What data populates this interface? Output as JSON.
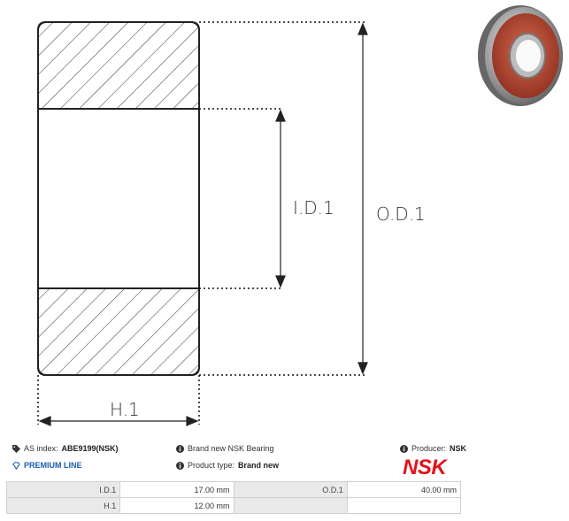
{
  "diagram": {
    "labels": {
      "inner_diameter": "I.D.1",
      "outer_diameter": "O.D.1",
      "height": "H.1"
    }
  },
  "product": {
    "as_index_label": "AS index:",
    "as_index_value": "ABE9199(NSK)",
    "premium_line": "PREMIUM LINE",
    "condition": "Brand new NSK Bearing",
    "product_type_label": "Product type:",
    "product_type_value": "Brand new",
    "producer_label": "Producer:",
    "producer_value": "NSK",
    "brand_logo_text": "NSK"
  },
  "specs": {
    "rows": [
      {
        "k1": "I.D.1",
        "v1": "17.00 mm",
        "k2": "O.D.1",
        "v2": "40.00 mm"
      },
      {
        "k1": "H.1",
        "v1": "12.00 mm",
        "k2": "",
        "v2": ""
      }
    ]
  },
  "colors": {
    "brand_red": "#e3141b",
    "premium_blue": "#1b5fb0",
    "bearing_seal": "#b4442f"
  }
}
